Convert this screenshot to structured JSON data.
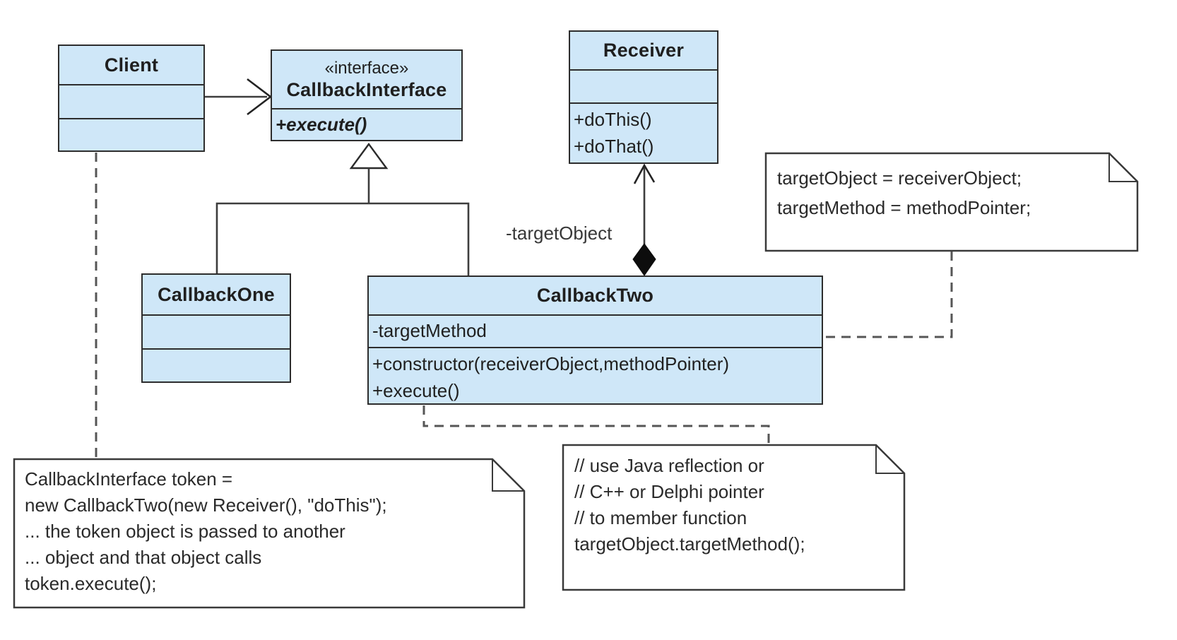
{
  "diagram": {
    "type": "uml-class-diagram",
    "pattern": "Callback pattern",
    "classes": {
      "client": {
        "name": "Client"
      },
      "callback_interface": {
        "stereotype": "«interface»",
        "name": "CallbackInterface",
        "methods": {
          "execute": "+execute()"
        }
      },
      "receiver": {
        "name": "Receiver",
        "methods": {
          "do_this": "+doThis()",
          "do_that": "+doThat()"
        }
      },
      "callback_one": {
        "name": "CallbackOne"
      },
      "callback_two": {
        "name": "CallbackTwo",
        "attributes": {
          "target_method": "-targetMethod"
        },
        "methods": {
          "constructor": "+constructor(receiverObject,methodPointer)",
          "execute": "+execute()"
        }
      }
    },
    "edge_labels": {
      "target_object": "-targetObject"
    },
    "notes": {
      "assignment": {
        "lines": {
          "0": "targetObject = receiverObject;",
          "1": "targetMethod = methodPointer;"
        }
      },
      "usage": {
        "lines": {
          "0": "CallbackInterface token =",
          "1": "new CallbackTwo(new Receiver(), \"doThis\");",
          "2": "... the token object is passed to another",
          "3": "... object and that object calls",
          "4": "token.execute();"
        }
      },
      "reflection": {
        "lines": {
          "0": "// use Java reflection or",
          "1": "// C++ or Delphi pointer",
          "2": "// to member function",
          "3": "targetObject.targetMethod();"
        }
      }
    },
    "colors": {
      "class_fill": "#cfe7f8",
      "class_border": "#2d2d2d",
      "note_fill": "#ffffff",
      "connector": "#3d3d3d"
    }
  }
}
